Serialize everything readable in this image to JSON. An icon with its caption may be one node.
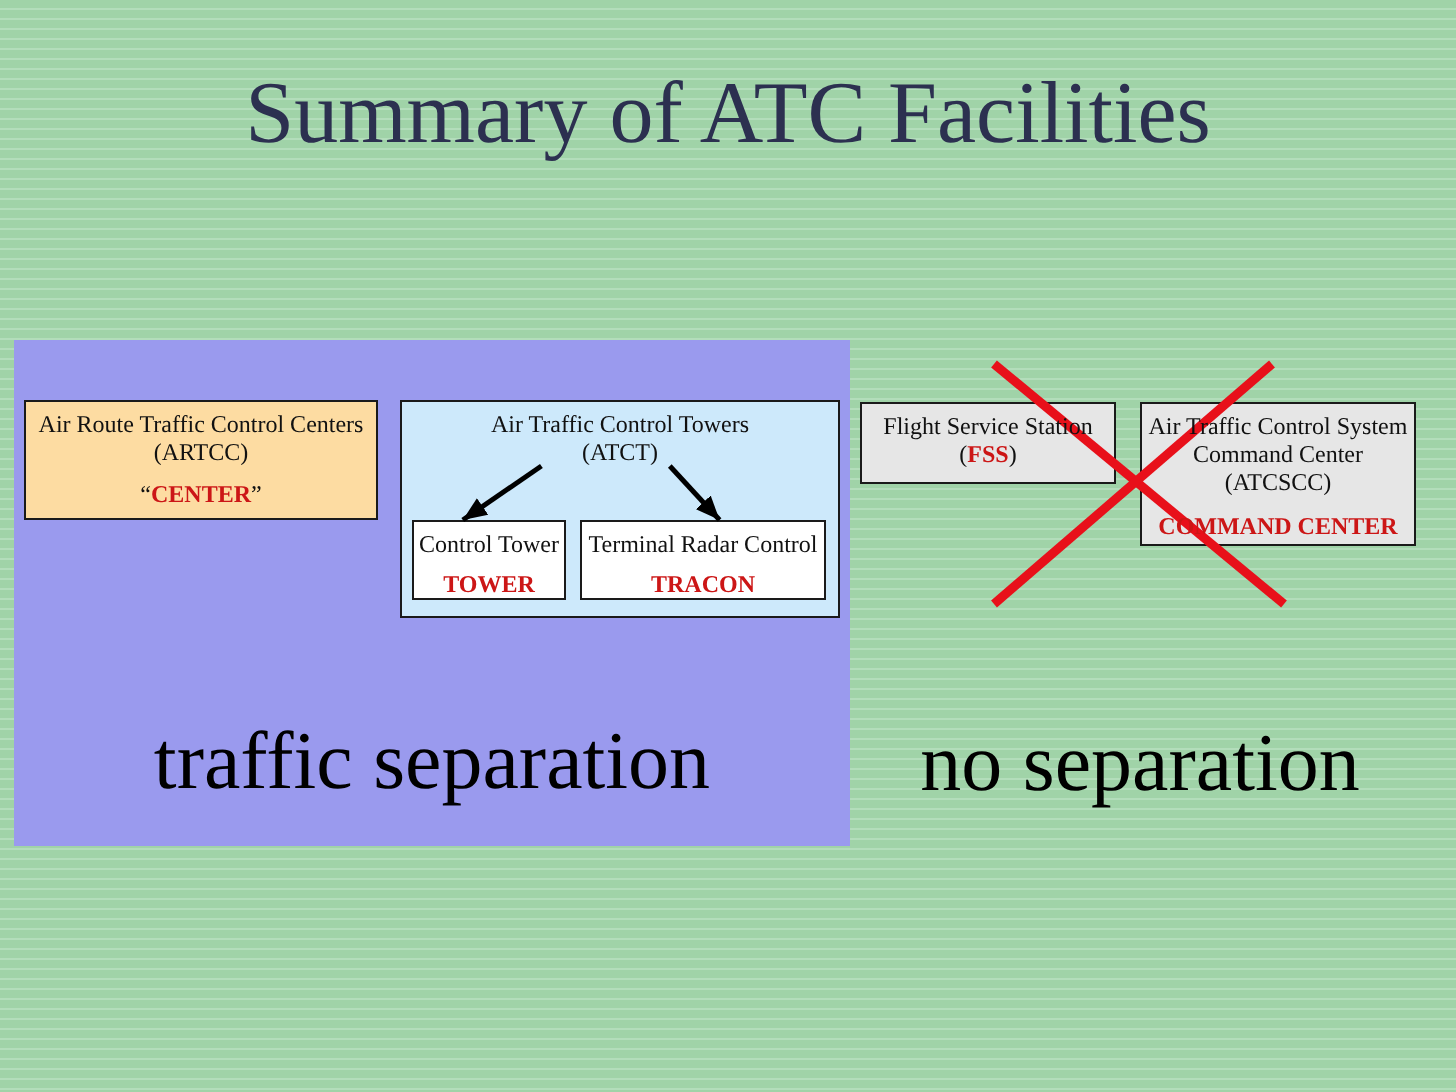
{
  "diagram": {
    "title": "Summary of ATC Facilities",
    "nodes": [
      {
        "text": [
          "traffic separation"
        ]
      },
      {
        "text": [
          "Air Route Traffic Control Centers (ARTCC)",
          "“**CENTER**”"
        ],
        "in": 0
      },
      {
        "text": [],
        "shape": "box",
        "in": 0
      },
      {
        "text": [
          "Air Traffic Control Towers (ATCT)"
        ],
        "in": 2
      },
      {
        "text": [
          "Control Tower",
          "TOWER"
        ],
        "in": 2
      },
      {
        "text": [
          "Terminal Radar Control",
          "TRACON"
        ],
        "in": 2
      },
      {
        "text": [
          "Flight Service Station (**FSS**)"
        ]
      },
      {
        "text": [
          "Air Traffic Control System Command Center (ATCSCC)",
          "COMMAND CENTER"
        ]
      }
    ],
    "edges": [
      {
        "from": 3,
        "to": 4,
        "arrow": "to"
      },
      {
        "from": 3,
        "to": 5,
        "arrow": "to"
      }
    ],
    "labels": [
      "no separation"
    ]
  }
}
